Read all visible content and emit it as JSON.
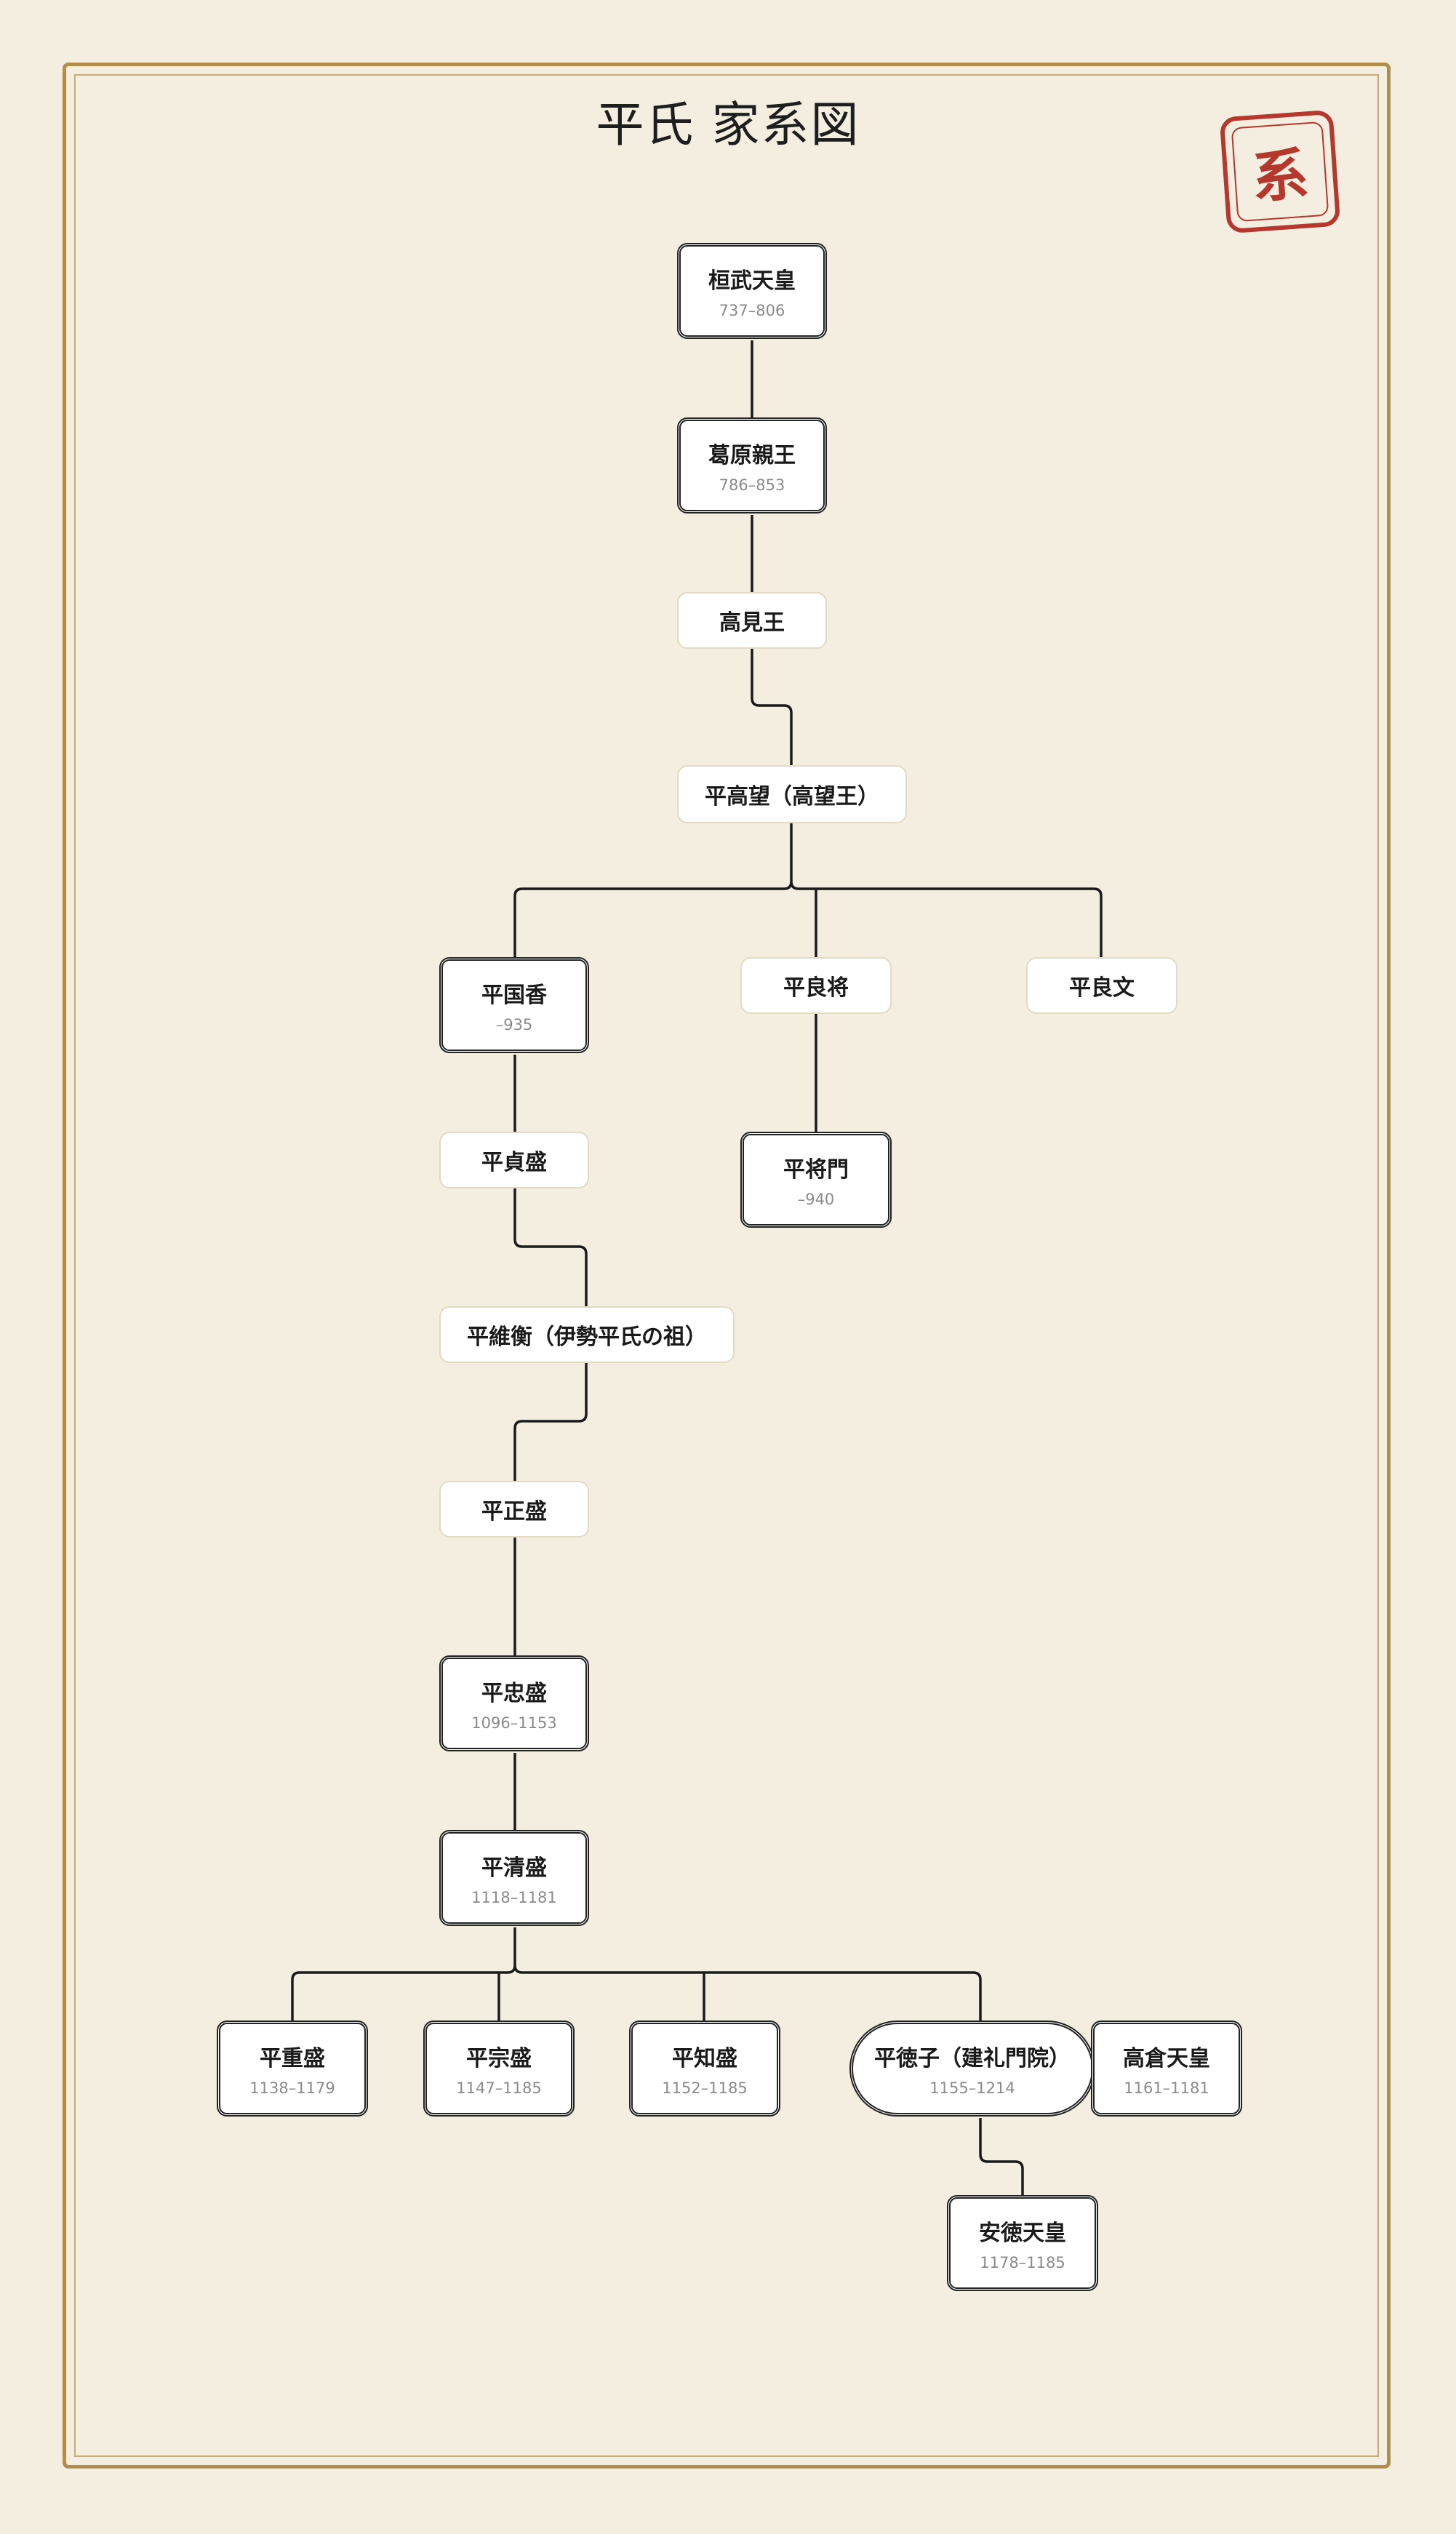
{
  "title": "平氏 家系図",
  "seal_char": "系",
  "colors": {
    "background": "#f3eee0",
    "frame": "#b08d4f",
    "seal": "#b5382e",
    "line": "#1a1a1a"
  },
  "nodes": {
    "kanmu": {
      "name": "桓武天皇",
      "dates": "737–806"
    },
    "kazurahara": {
      "name": "葛原親王",
      "dates": "786–853"
    },
    "takami": {
      "name": "高見王"
    },
    "takamochi": {
      "name": "平高望（高望王）"
    },
    "kunika": {
      "name": "平国香",
      "dates": "–935"
    },
    "yoshimasa": {
      "name": "平良将"
    },
    "yoshifumi": {
      "name": "平良文"
    },
    "sadamori": {
      "name": "平貞盛"
    },
    "masakado": {
      "name": "平将門",
      "dates": "–940"
    },
    "korehira": {
      "name": "平維衡（伊勢平氏の祖）"
    },
    "masamori": {
      "name": "平正盛"
    },
    "tadamori": {
      "name": "平忠盛",
      "dates": "1096–1153"
    },
    "kiyomori": {
      "name": "平清盛",
      "dates": "1118–1181"
    },
    "shigemori": {
      "name": "平重盛",
      "dates": "1138–1179"
    },
    "munemori": {
      "name": "平宗盛",
      "dates": "1147–1185"
    },
    "tomomori": {
      "name": "平知盛",
      "dates": "1152–1185"
    },
    "tokuko": {
      "name": "平徳子（建礼門院）",
      "dates": "1155–1214"
    },
    "takakura": {
      "name": "高倉天皇",
      "dates": "1161–1181"
    },
    "antoku": {
      "name": "安徳天皇",
      "dates": "1178–1185"
    }
  }
}
